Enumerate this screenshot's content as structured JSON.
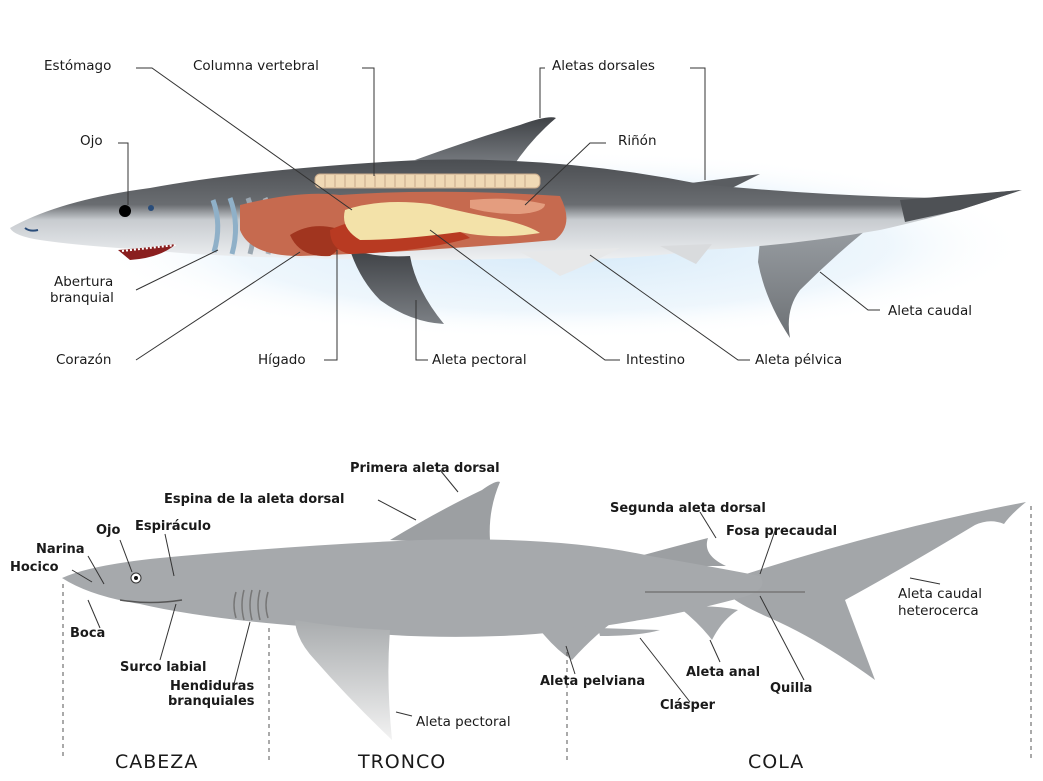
{
  "top_diagram": {
    "labels": {
      "estomago": "Estómago",
      "columna": "Columna vertebral",
      "aletas_dorsales": "Aletas dorsales",
      "ojo": "Ojo",
      "rinon": "Riñón",
      "abertura_branquial": [
        "Abertura",
        "branquial"
      ],
      "aleta_caudal": "Aleta caudal",
      "corazon": "Corazón",
      "higado": "Hígado",
      "aleta_pectoral": "Aleta pectoral",
      "intestino": "Intestino",
      "aleta_pelvica": "Aleta pélvica"
    }
  },
  "bottom_diagram": {
    "labels": {
      "primera_dorsal": "Primera aleta dorsal",
      "espina_dorsal": "Espina de la aleta dorsal",
      "segunda_dorsal": "Segunda aleta dorsal",
      "ojo": "Ojo",
      "espiraculo": "Espiráculo",
      "fosa_precaudal": "Fosa precaudal",
      "narina": "Narina",
      "hocico": "Hocico",
      "aleta_caudal": [
        "Aleta caudal",
        "heterocerca"
      ],
      "boca": "Boca",
      "surco_labial": "Surco labial",
      "hendiduras": [
        "Hendiduras",
        "branquiales"
      ],
      "aleta_anal": "Aleta anal",
      "quilla": "Quilla",
      "aleta_pelviana": "Aleta pelviana",
      "clasper": "Clásper",
      "aleta_pectoral": "Aleta pectoral"
    },
    "sections": {
      "cabeza": "CABEZA",
      "tronco": "TRONCO",
      "cola": "COLA"
    }
  },
  "colors": {
    "shark_dark": "#55585c",
    "shark_belly": "#c9cdd1",
    "shark_bottom": "#b3b6b8",
    "organ_red": "#a1351f",
    "organ_pink": "#e4a58c",
    "organ_yellow": "#f3e2a9",
    "water_glow": "#dceefa"
  }
}
